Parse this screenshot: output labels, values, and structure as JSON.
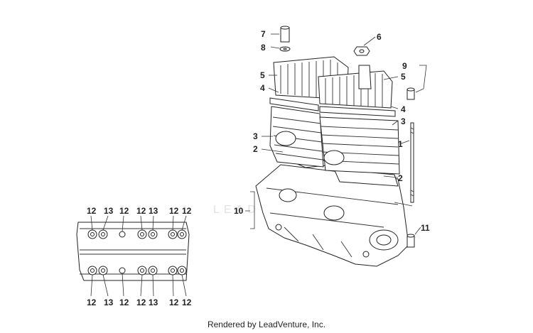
{
  "diagram": {
    "callouts": {
      "c1": "1",
      "c2a": "2",
      "c2b": "2",
      "c3a": "3",
      "c3b": "3",
      "c4a": "4",
      "c4b": "4",
      "c5a": "5",
      "c5b": "5",
      "c6": "6",
      "c7": "7",
      "c8": "8",
      "c9": "9",
      "c10": "10",
      "c11": "11"
    },
    "bottom_view_top_labels": [
      "12",
      "13",
      "12",
      "12",
      "13",
      "12",
      "12"
    ],
    "bottom_view_bottom_labels": [
      "12",
      "13",
      "12",
      "12",
      "13",
      "12",
      "12"
    ],
    "watermark": "LEADV"
  },
  "footer": {
    "text": "Rendered by LeadVenture, Inc."
  }
}
